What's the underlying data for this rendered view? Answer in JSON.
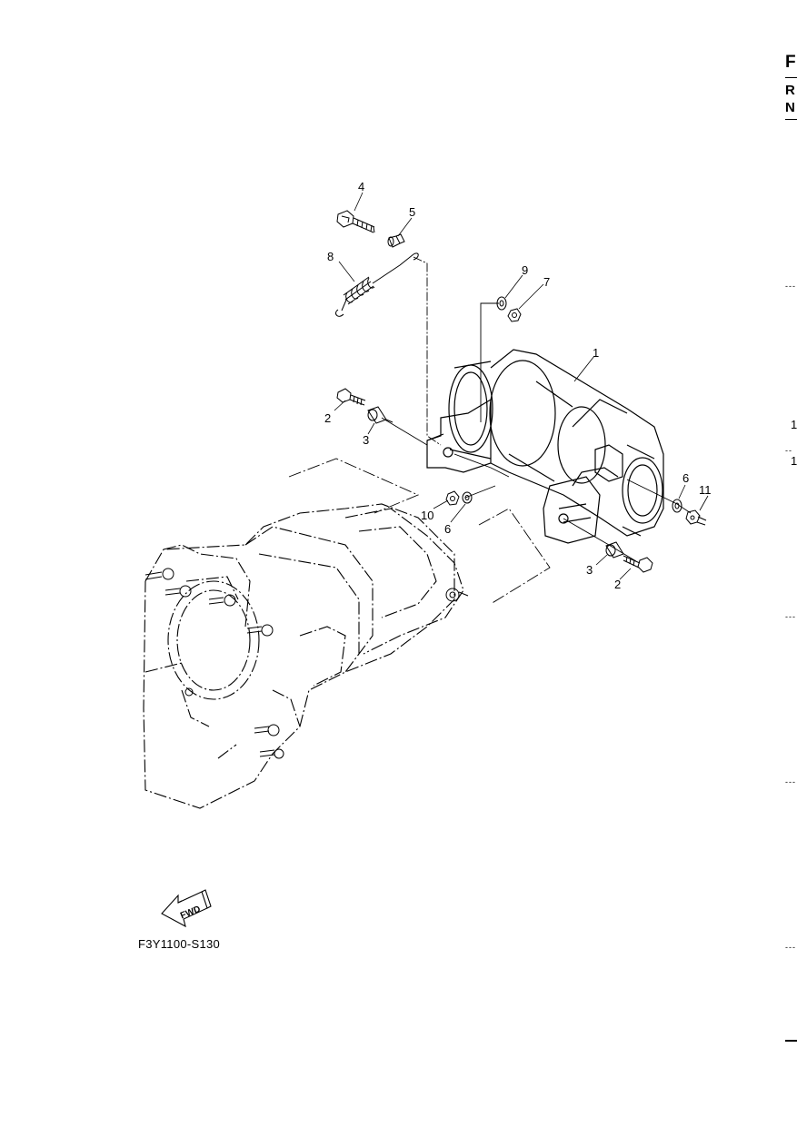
{
  "diagram": {
    "caption": "F3Y1100-S130",
    "fwd_label": "FWD",
    "callouts": [
      {
        "id": "c4",
        "text": "4"
      },
      {
        "id": "c5",
        "text": "5"
      },
      {
        "id": "c8",
        "text": "8"
      },
      {
        "id": "c9",
        "text": "9"
      },
      {
        "id": "c7",
        "text": "7"
      },
      {
        "id": "c1",
        "text": "1"
      },
      {
        "id": "c2a",
        "text": "2"
      },
      {
        "id": "c3a",
        "text": "3"
      },
      {
        "id": "c6a",
        "text": "6"
      },
      {
        "id": "c11",
        "text": "11"
      },
      {
        "id": "c10",
        "text": "10"
      },
      {
        "id": "c6b",
        "text": "6"
      },
      {
        "id": "c3b",
        "text": "3"
      },
      {
        "id": "c2b",
        "text": "2"
      }
    ]
  },
  "edge": {
    "letters": [
      "F",
      "R",
      "N"
    ],
    "numbers": [
      "1",
      "1"
    ]
  }
}
